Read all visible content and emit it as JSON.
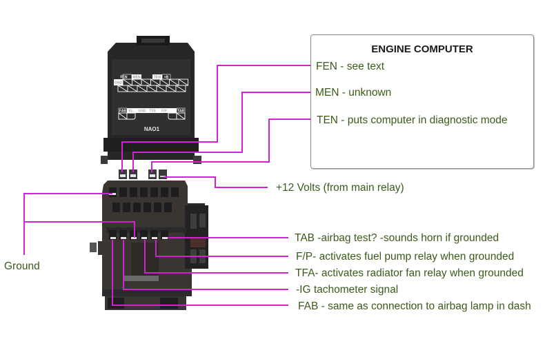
{
  "info_box": {
    "title": "ENGINE COMPUTER",
    "items": [
      {
        "label": "FEN - see text"
      },
      {
        "label": "MEN - unknown"
      },
      {
        "label": "TEN - puts computer in diagnostic mode"
      }
    ]
  },
  "callouts": {
    "plus12": "+12 Volts (from main relay)",
    "ground": "Ground",
    "tab": "TAB -airbag test? -sounds horn if grounded",
    "fp": "F/P- activates fuel pump relay when grounded",
    "tfa": "TFA- activates radiator fan relay when grounded",
    "ig": "-IG  tachometer signal",
    "fab": "FAB - same as connection to airbag lamp in dash"
  },
  "connector_cover": {
    "model": "NAO1",
    "top_row_labels": [
      "FEN",
      "MEN",
      "TEN",
      "+B"
    ],
    "side_label": "GND",
    "bottom_row_labels": [
      "FAB",
      "IG-",
      "GND",
      "TFA",
      "F/P",
      "TAB"
    ]
  },
  "colors": {
    "wire": "#d022d0",
    "label_text": "#3a5a1a",
    "box_border": "#8a8a8a",
    "connector_body": "#2a2a2c"
  }
}
